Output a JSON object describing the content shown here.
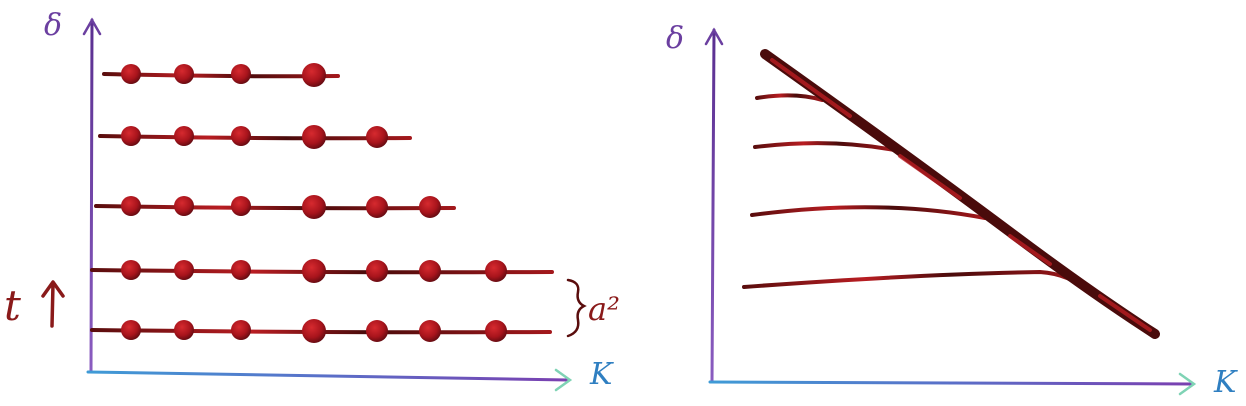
{
  "colors": {
    "axis_vertical": "#6b3fa0",
    "axis_horizontal_start": "#3f9bd6",
    "axis_horizontal_end": "#7a3fb0",
    "arrow_head": "#7fd3b5",
    "line": "#5a0d0d",
    "line_highlight": "#c42020",
    "dot": "#a8141c",
    "dot_dark": "#5c0a10",
    "annotation": "#8a1a1a",
    "k_label": "#2f7fc1",
    "delta_label": "#6b3fa0"
  },
  "left_panel": {
    "y_axis_label": "δ",
    "x_axis_label": "K",
    "time_label": "t",
    "spacing_label": "a²",
    "lattice_rows": [
      {
        "dots": 4
      },
      {
        "dots": 5
      },
      {
        "dots": 6
      },
      {
        "dots": 7
      },
      {
        "dots": 7
      }
    ]
  },
  "right_panel": {
    "y_axis_label": "δ",
    "x_axis_label": "K",
    "curves": 4
  }
}
